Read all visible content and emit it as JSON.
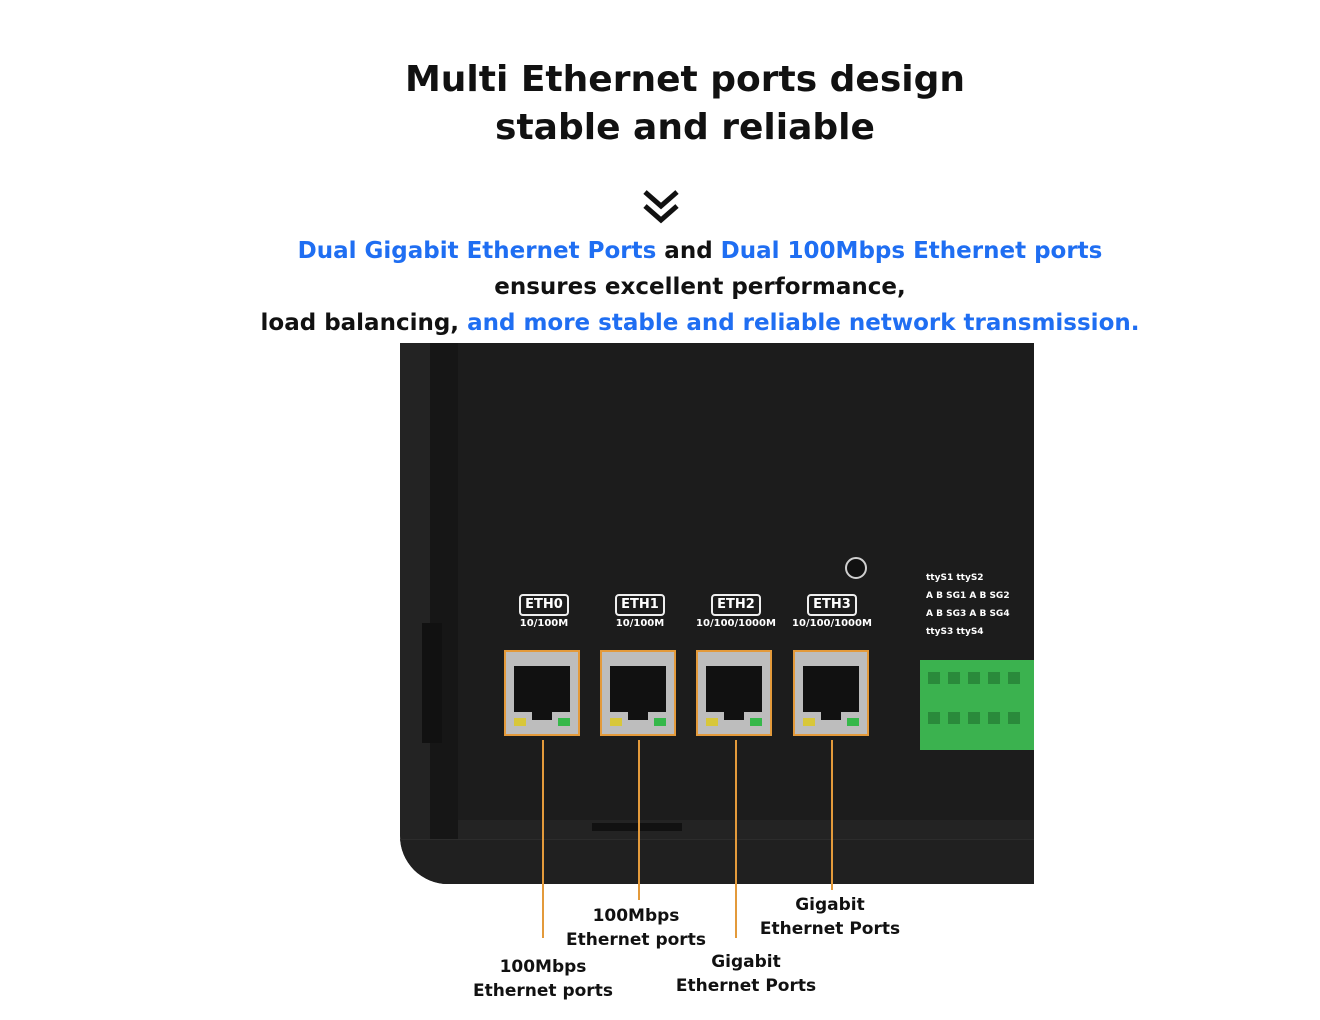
{
  "heading": {
    "line1": "Multi Ethernet ports design",
    "line2": "stable and reliable"
  },
  "subtitle": {
    "line1_blue_a": "Dual Gigabit Ethernet Ports",
    "line1_black": "and",
    "line1_blue_b": "Dual 100Mbps Ethernet ports",
    "line2": "ensures excellent performance,",
    "line3_black": "load balancing,",
    "line3_blue": "and more stable and reliable network transmission."
  },
  "icons": {
    "down": "double-chevron-down-icon"
  },
  "colors": {
    "accent_blue": "#1f6ef2",
    "callout_orange": "#e39a3b"
  },
  "ports": [
    {
      "name": "ETH0",
      "speed": "10/100M"
    },
    {
      "name": "ETH1",
      "speed": "10/100M"
    },
    {
      "name": "ETH2",
      "speed": "10/100/1000M"
    },
    {
      "name": "ETH3",
      "speed": "10/100/1000M"
    }
  ],
  "serial": {
    "top_labels": "ttyS1   ttyS2",
    "row1": "A  B  SG1 A  B  SG2",
    "row2": "A  B  SG3 A  B  SG4",
    "bottom_labels": "ttyS3   ttyS4"
  },
  "callouts": {
    "eth0": {
      "line1": "100Mbps",
      "line2": "Ethernet ports"
    },
    "eth1": {
      "line1": "100Mbps",
      "line2": "Ethernet ports"
    },
    "eth2": {
      "line1": "Gigabit",
      "line2": "Ethernet Ports"
    },
    "eth3": {
      "line1": "Gigabit",
      "line2": "Ethernet Ports"
    }
  }
}
